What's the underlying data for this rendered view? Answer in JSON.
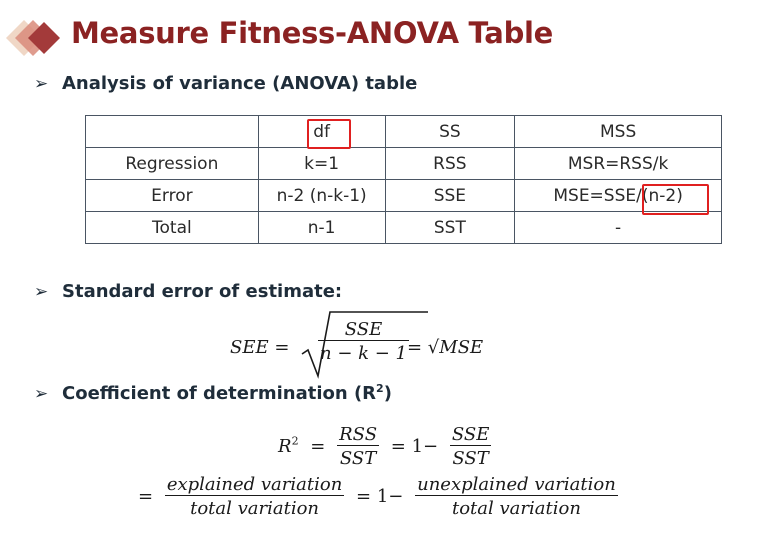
{
  "title": "Measure Fitness-ANOVA Table",
  "colors": {
    "title": "#8b2222",
    "logo_light": "#e8c4ad",
    "logo_dark": "#a33a3a",
    "highlight": "#e02020"
  },
  "icons": {
    "bullet": "arrowhead-bullet-icon",
    "logo": "diamond-logo-icon"
  },
  "bullets": {
    "anova": "Analysis of variance (ANOVA) table",
    "see": "Standard error of estimate:",
    "r2_text": "Coefficient of determination (R",
    "r2_sup": "2",
    "r2_close": ")"
  },
  "table": {
    "header": [
      "",
      "df",
      "SS",
      "MSS"
    ],
    "rows": [
      [
        "Regression",
        "k=1",
        "RSS",
        "MSR=RSS/k"
      ],
      [
        "Error",
        "n-2 (n-k-1)",
        "SSE",
        "MSE=SSE/(n-2)"
      ],
      [
        "Total",
        "n-1",
        "SST",
        "-"
      ]
    ]
  },
  "formulas": {
    "see": {
      "lhs": "SEE =",
      "num": "SSE",
      "den": "n − k − 1",
      "rhs": "= √MSE"
    },
    "r2": {
      "lhs": "R",
      "sup": "2",
      "eq": "=",
      "f1_num": "RSS",
      "f1_den": "SST",
      "eq2": "= 1−",
      "f2_num": "SSE",
      "f2_den": "SST"
    },
    "r2_words": {
      "eq": "=",
      "f1_num": "explained variation",
      "f1_den": "total variation",
      "eq2": "= 1−",
      "f2_num": "unexplained variation",
      "f2_den": "total variation"
    }
  }
}
